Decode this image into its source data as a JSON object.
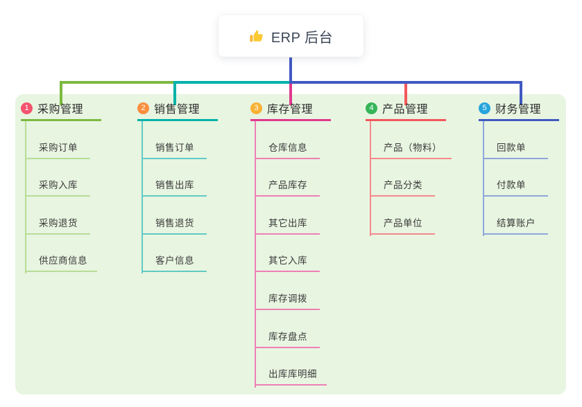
{
  "root": {
    "title": "ERP 后台",
    "icon": "thumbs-up-icon",
    "connector_color": "#4059c2"
  },
  "panel": {
    "background": "#e8f5e1"
  },
  "branches": [
    {
      "index": "1",
      "label": "采购管理",
      "circle_color": "#f4536e",
      "line_color": "#7cb93f",
      "child_line_color": "#b7dd97",
      "children": [
        "采购订单",
        "采购入库",
        "采购退货",
        "供应商信息"
      ]
    },
    {
      "index": "2",
      "label": "销售管理",
      "circle_color": "#fb8e3d",
      "line_color": "#00b2a9",
      "child_line_color": "#5fcbc4",
      "children": [
        "销售订单",
        "销售出库",
        "销售退货",
        "客户信息"
      ]
    },
    {
      "index": "3",
      "label": "库存管理",
      "circle_color": "#f9b234",
      "line_color": "#e0398e",
      "child_line_color": "#ef7fb4",
      "children": [
        "仓库信息",
        "产品库存",
        "其它出库",
        "其它入库",
        "库存调拨",
        "库存盘点",
        "出库库明细"
      ]
    },
    {
      "index": "4",
      "label": "产品管理",
      "circle_color": "#35b558",
      "line_color": "#f2575c",
      "child_line_color": "#f5898d",
      "children": [
        "产品（物料）",
        "产品分类",
        "产品单位"
      ]
    },
    {
      "index": "5",
      "label": "财务管理",
      "circle_color": "#27a5dc",
      "line_color": "#4059c2",
      "child_line_color": "#8da6db",
      "children": [
        "回款单",
        "付款单",
        "结算账户"
      ]
    }
  ]
}
